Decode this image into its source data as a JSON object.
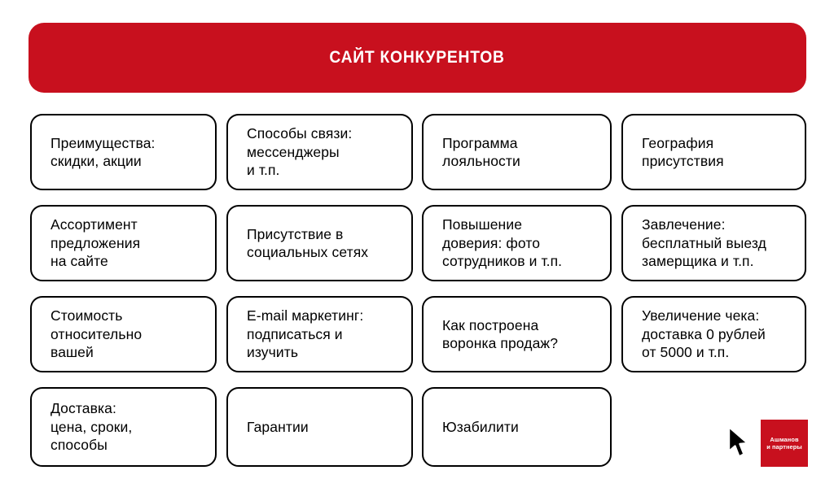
{
  "header": {
    "title": "САЙТ КОНКУРЕНТОВ",
    "color": "#c8101e",
    "text_color": "#ffffff"
  },
  "grid": {
    "rows": [
      [
        {
          "text": "Преимущества:\nскидки, акции"
        },
        {
          "text": "Способы связи:\nмессенджеры\nи т.п."
        },
        {
          "text": "Программа\nлояльности"
        },
        {
          "text": "География\nприсутствия"
        }
      ],
      [
        {
          "text": "Ассортимент\nпредложения\nна сайте"
        },
        {
          "text": "Присутствие в\nсоциальных сетях"
        },
        {
          "text": "Повышение\nдоверия: фото\nсотрудников и т.п."
        },
        {
          "text": "Завлечение:\nбесплатный выезд\nзамерщика и т.п."
        }
      ],
      [
        {
          "text": "Стоимость\nотносительно\nвашей"
        },
        {
          "text": "E-mail маркетинг:\nподписаться и\nизучить"
        },
        {
          "text": "Как построена\nворонка продаж?"
        },
        {
          "text": "Увеличение чека:\nдоставка 0 рублей\nот 5000 и т.п."
        }
      ],
      [
        {
          "text": "Доставка:\nцена, сроки,\nспособы"
        },
        {
          "text": "Гарантии"
        },
        {
          "text": "Юзабилити"
        }
      ]
    ]
  },
  "logo": {
    "line1": "Ашманов",
    "line2": "и партнеры",
    "color": "#c8101e",
    "text_color": "#ffffff"
  },
  "cursor": {
    "icon": "arrow-pointer-cursor"
  }
}
